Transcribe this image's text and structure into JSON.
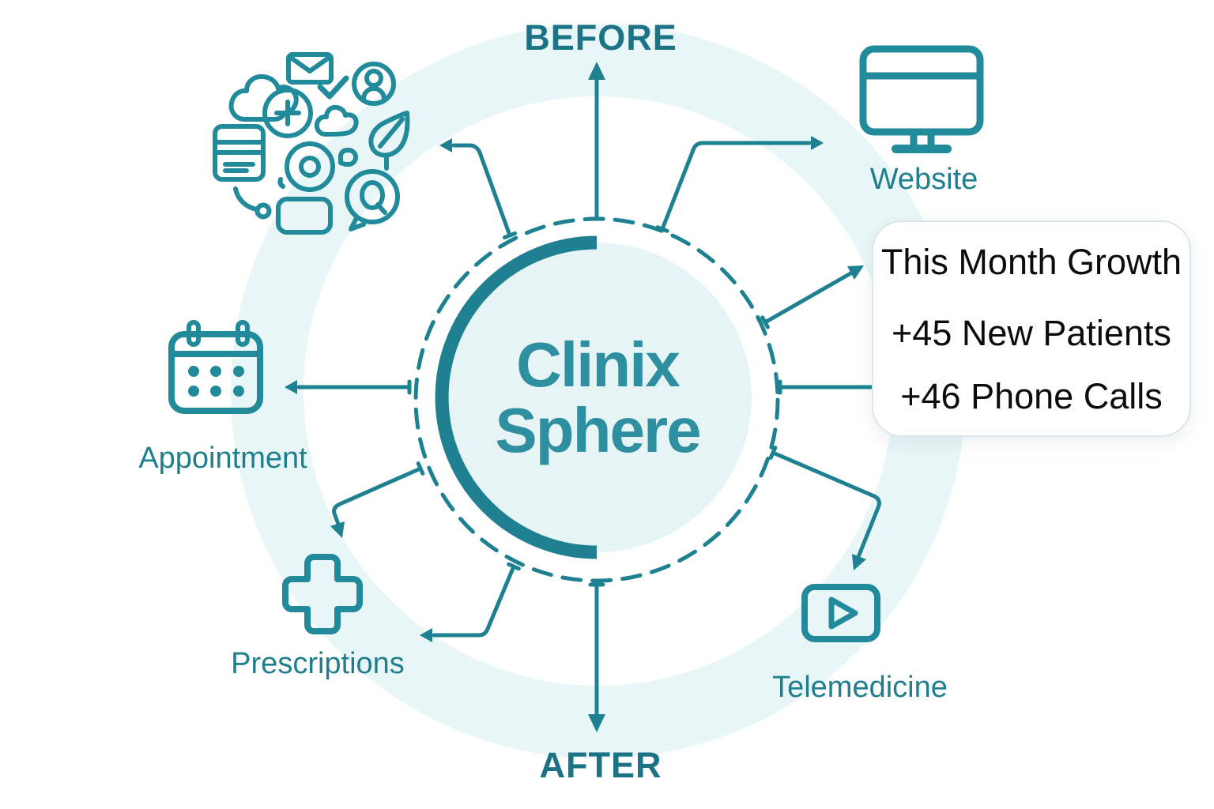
{
  "center": {
    "line1": "Clinix",
    "line2": "Sphere"
  },
  "stages": {
    "before": "BEFORE",
    "after": "AFTER"
  },
  "nodes": {
    "website": "Website",
    "appointment": "Appointment",
    "prescriptions": "Prescriptions",
    "telemedicine": "Telemedicine"
  },
  "growth_card": {
    "title": "This Month Growth",
    "stats": [
      "+45 New Patients",
      "+46 Phone Calls"
    ]
  },
  "icons": {
    "website": "monitor-icon",
    "appointment": "calendar-icon",
    "prescriptions": "medical-cross-icon",
    "telemedicine": "video-play-icon",
    "cluster": [
      "cloud-icon",
      "envelope-icon",
      "checkmark-icon",
      "person-search-icon",
      "plus-circle-icon",
      "small-cloud-icon",
      "leaf-icon",
      "server-icon",
      "record-icon",
      "mini-speech-icon",
      "chat-q-icon",
      "card-icon",
      "arc-dot-icon"
    ]
  },
  "colors": {
    "teal_stroke": "#1e8191",
    "icon_stroke": "#218b9b",
    "label_text": "#1f7f8e",
    "stage_text": "#1d7386",
    "center_text": "#2e8fa0",
    "mint_fill": "#e6f4f5",
    "ring_fill": "#e9f6f7",
    "card_border": "#dbe5eb",
    "card_text": "#0c0c0c"
  }
}
